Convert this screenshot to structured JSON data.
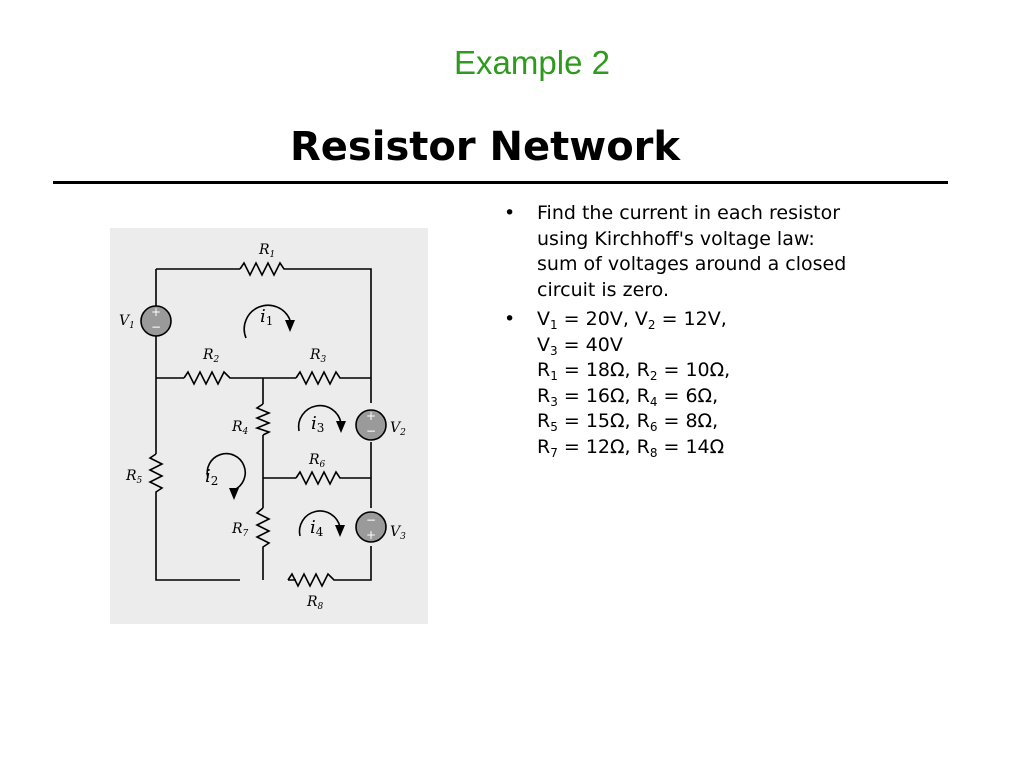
{
  "slide": {
    "subtitle": "Example 2",
    "title": "Resistor Network"
  },
  "bullets": {
    "b1": [
      "Find the current in each resistor",
      "using Kirchhoff's voltage law:",
      "sum of voltages around a closed",
      "circuit is zero."
    ],
    "b2": {
      "l1": [
        [
          "V",
          "1",
          " = 20V, "
        ],
        [
          "V",
          "2",
          " = 12V,"
        ]
      ],
      "l2": [
        [
          "V",
          "3",
          " = 40V"
        ]
      ],
      "l3": [
        [
          "R",
          "1",
          " = 18Ω, "
        ],
        [
          "R",
          "2",
          " = 10Ω,"
        ]
      ],
      "l4": [
        [
          "R",
          "3",
          " = 16Ω, "
        ],
        [
          "R",
          "4",
          " = 6Ω,"
        ]
      ],
      "l5": [
        [
          "R",
          "5",
          " = 15Ω, "
        ],
        [
          "R",
          "6",
          " = 8Ω,"
        ]
      ],
      "l6": [
        [
          "R",
          "7",
          " = 12Ω, "
        ],
        [
          "R",
          "8",
          " = 14Ω"
        ]
      ]
    }
  },
  "circuit": {
    "labels": {
      "R1": "R",
      "R1s": "1",
      "R2": "R",
      "R2s": "2",
      "R3": "R",
      "R3s": "3",
      "R4": "R",
      "R4s": "4",
      "R5": "R",
      "R5s": "5",
      "R6": "R",
      "R6s": "6",
      "R7": "R",
      "R7s": "7",
      "R8": "R",
      "R8s": "8",
      "V1": "V",
      "V1s": "1",
      "V2": "V",
      "V2s": "2",
      "V3": "V",
      "V3s": "3",
      "i1": "i",
      "i1s": "1",
      "i2": "i",
      "i2s": "2",
      "i3": "i",
      "i3s": "3",
      "i4": "i",
      "i4s": "4",
      "plus": "+",
      "minus": "−"
    }
  }
}
